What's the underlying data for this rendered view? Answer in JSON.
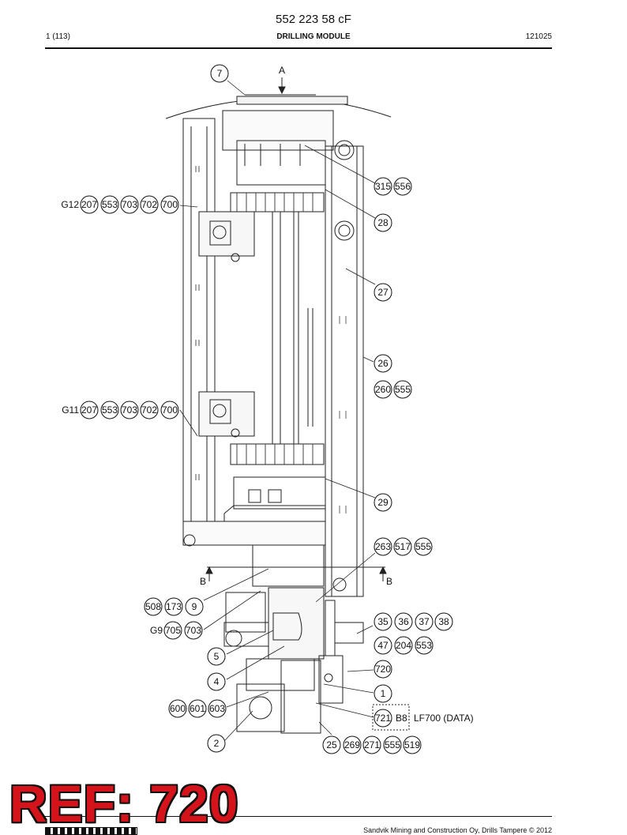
{
  "header": {
    "doc_number": "552 223 58 cF",
    "page": "1 (113)",
    "title": "DRILLING MODULE",
    "code": "121025"
  },
  "footer": {
    "copyright": "Sandvik Mining and Construction Oy, Drills Tampere © 2012",
    "ref_label": "REF: 720"
  },
  "labels": {
    "view_a": "A",
    "section_b_left": "B",
    "section_b_right": "B",
    "g12": "G12",
    "g11": "G11",
    "g9": "G9",
    "b8": "B8",
    "lf700": "LF700 (DATA)"
  },
  "callouts": {
    "c7": "7",
    "c315": "315",
    "c556": "556",
    "c28": "28",
    "c27": "27",
    "c26": "26",
    "c260": "260",
    "c555a": "555",
    "c29": "29",
    "c263": "263",
    "c517": "517",
    "c555b": "555",
    "g12_207": "207",
    "g12_553": "553",
    "g12_703": "703",
    "g12_702": "702",
    "g12_700": "700",
    "g11_207": "207",
    "g11_553": "553",
    "g11_703": "703",
    "g11_702": "702",
    "g11_700": "700",
    "c508": "508",
    "c173": "173",
    "c9": "9",
    "g9_705": "705",
    "g9_703": "703",
    "c5": "5",
    "c4": "4",
    "c600": "600",
    "c601": "601",
    "c603": "603",
    "c2": "2",
    "c35": "35",
    "c36": "36",
    "c37": "37",
    "c38": "38",
    "c47": "47",
    "c204": "204",
    "c553": "553",
    "c720": "720",
    "c1": "1",
    "c721": "721",
    "c25": "25",
    "c269": "269",
    "c271": "271",
    "c555c": "555",
    "c519": "519"
  }
}
